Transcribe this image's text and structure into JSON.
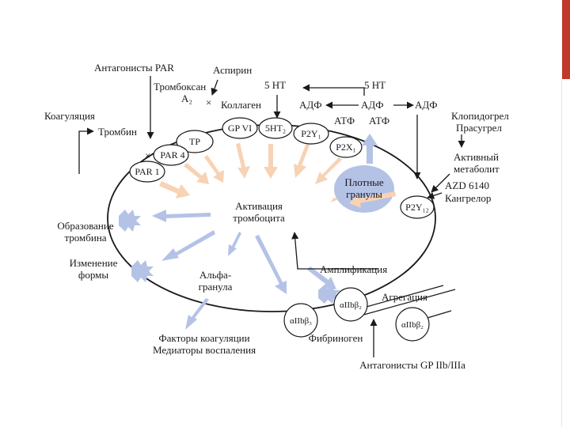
{
  "labels": {
    "par_antagonists": "Антагонисты PAR",
    "aspirin": "Аспирин",
    "thromboxane": "Тромбоксан",
    "a2": "A₂",
    "collagen": "Коллаген",
    "ht5_top": "5 HT",
    "ht5_right": "5 HT",
    "adp_left": "АДФ",
    "adp_mid": "АДФ",
    "adp_right": "АДФ",
    "coagulation": "Коагуляция",
    "thrombin": "Тромбин",
    "clopidogrel": "Клопидогрел",
    "prasugrel": "Прасугрел",
    "atf_1": "АТФ",
    "atf_2": "АТФ",
    "active_metabolite_1": "Активный",
    "active_metabolite_2": "метаболит",
    "azd": "AZD 6140",
    "cangrelor": "Кангрелор",
    "dense_granules_1": "Плотные",
    "dense_granules_2": "гранулы",
    "activation_1": "Активация",
    "activation_2": "тромбоцита",
    "thrombin_formation_1": "Образование",
    "thrombin_formation_2": "тромбина",
    "shape_change_1": "Изменение",
    "shape_change_2": "формы",
    "alpha_granule_1": "Альфа-",
    "alpha_granule_2": "гранула",
    "amplification": "Амплификация",
    "aggregation": "Агрегация",
    "coag_factors": "Факторы коагуляции",
    "inflammation": "Медиаторы воспаления",
    "fibrinogen": "Фибриноген",
    "gp_antagonists": "Антагонисты GP IIb/IIIa",
    "x_mark": "×"
  },
  "receptors": {
    "tp": "TP",
    "gpvi": "GP VI",
    "ht2": "5HT₂",
    "p2y1": "P2Y₁",
    "p2x1": "P2X₁",
    "par4": "PAR 4",
    "par1": "PAR 1",
    "p2y12": "P2Y₁₂",
    "integrin_left": "αIIbβ₃",
    "integrin_mid": "αIIbβ₂",
    "integrin_right": "αIIbβ₂"
  },
  "colors": {
    "accent_red": "#c0392b",
    "arrow_peach": "#f7d2b4",
    "arrow_blue": "#b4c2e6",
    "granule_fill": "#b4c2e6",
    "line": "#1a1a1a"
  }
}
